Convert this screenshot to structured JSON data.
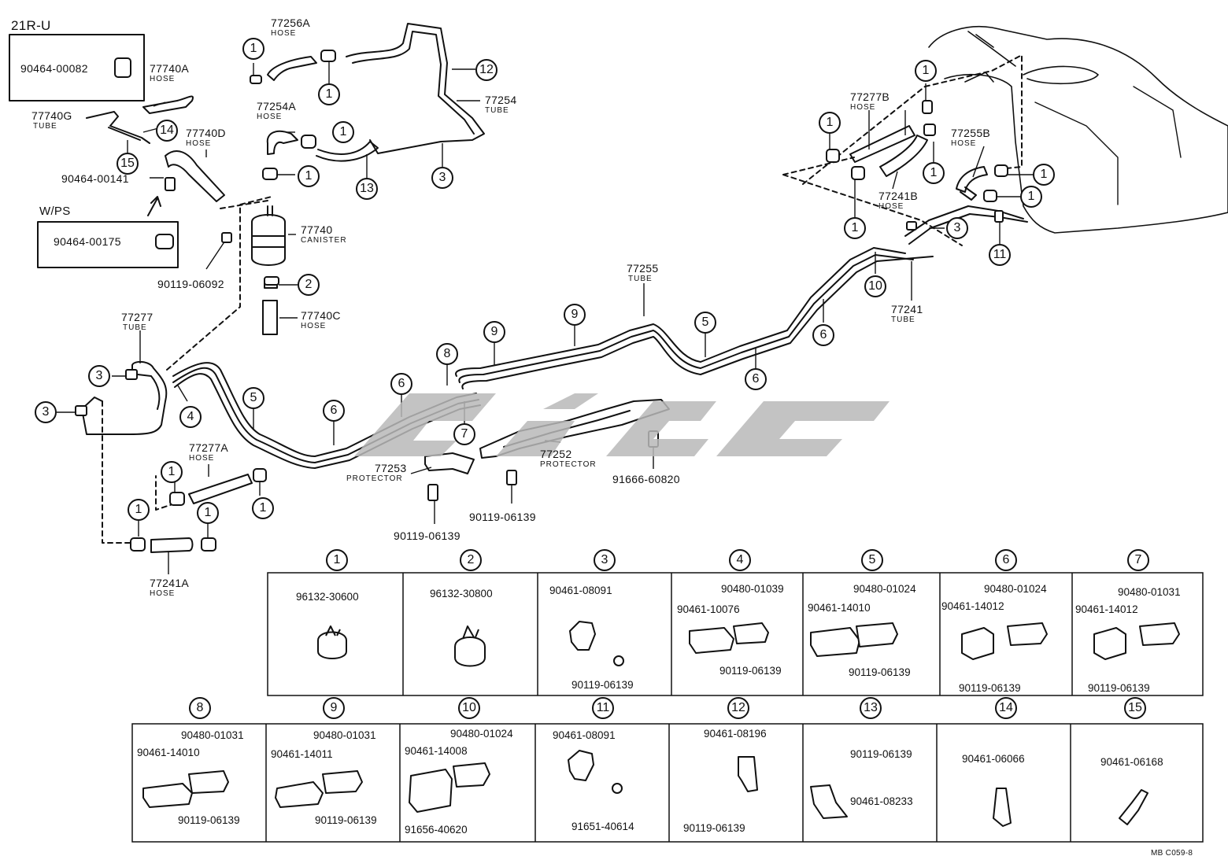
{
  "insets": {
    "engine_label": "21R-U",
    "engine_box_part": "90464-00082",
    "wps_label": "W/PS",
    "wps_box_part": "90464-00175"
  },
  "parts": {
    "p77256A": "77256A",
    "p77256A_t": "HOSE",
    "p77740A": "77740A",
    "p77740A_t": "HOSE",
    "p77740G": "77740G",
    "p77740G_t": "TUBE",
    "p77740D": "77740D",
    "p77740D_t": "HOSE",
    "p77254A": "77254A",
    "p77254A_t": "HOSE",
    "p77254": "77254",
    "p77254_t": "TUBE",
    "p90464_00141": "90464-00141",
    "p77740": "77740",
    "p77740_t": "CANISTER",
    "p90119_06092": "90119-06092",
    "p77740C": "77740C",
    "p77740C_t": "HOSE",
    "p77277": "77277",
    "p77277_t": "TUBE",
    "p77277A": "77277A",
    "p77277A_t": "HOSE",
    "p77241A": "77241A",
    "p77241A_t": "HOSE",
    "p77253": "77253",
    "p77253_t": "PROTECTOR",
    "p77252": "77252",
    "p77252_t": "PROTECTOR",
    "p91666_60820": "91666-60820",
    "p90119_06139a": "90119-06139",
    "p90119_06139b": "90119-06139",
    "p77255": "77255",
    "p77255_t": "TUBE",
    "p77277B": "77277B",
    "p77277B_t": "HOSE",
    "p77255B": "77255B",
    "p77255B_t": "HOSE",
    "p77241B": "77241B",
    "p77241B_t": "HOSE",
    "p77241": "77241",
    "p77241_t": "TUBE"
  },
  "table_top": [
    {
      "num": "1",
      "codes": [
        "96132-30600"
      ]
    },
    {
      "num": "2",
      "codes": [
        "96132-30800"
      ]
    },
    {
      "num": "3",
      "codes": [
        "90461-08091",
        "90119-06139"
      ]
    },
    {
      "num": "4",
      "codes": [
        "90480-01039",
        "90461-10076",
        "90119-06139"
      ]
    },
    {
      "num": "5",
      "codes": [
        "90480-01024",
        "90461-14010",
        "90119-06139"
      ]
    },
    {
      "num": "6",
      "codes": [
        "90480-01024",
        "90461-14012",
        "90119-06139"
      ]
    },
    {
      "num": "7",
      "codes": [
        "90480-01031",
        "90461-14012",
        "90119-06139"
      ]
    }
  ],
  "table_bottom": [
    {
      "num": "8",
      "codes": [
        "90480-01031",
        "90461-14010",
        "90119-06139"
      ]
    },
    {
      "num": "9",
      "codes": [
        "90480-01031",
        "90461-14011",
        "90119-06139"
      ]
    },
    {
      "num": "10",
      "codes": [
        "90480-01024",
        "90461-14008",
        "91656-40620"
      ]
    },
    {
      "num": "11",
      "codes": [
        "90461-08091",
        "91651-40614"
      ]
    },
    {
      "num": "12",
      "codes": [
        "90461-08196",
        "90119-06139"
      ]
    },
    {
      "num": "13",
      "codes": [
        "90119-06139",
        "90461-08233"
      ]
    },
    {
      "num": "14",
      "codes": [
        "90461-06066"
      ]
    },
    {
      "num": "15",
      "codes": [
        "90461-06168"
      ]
    }
  ],
  "footer_code": "MB C059-8",
  "colors": {
    "ink": "#111111",
    "watermark": "#b9b9b9"
  }
}
